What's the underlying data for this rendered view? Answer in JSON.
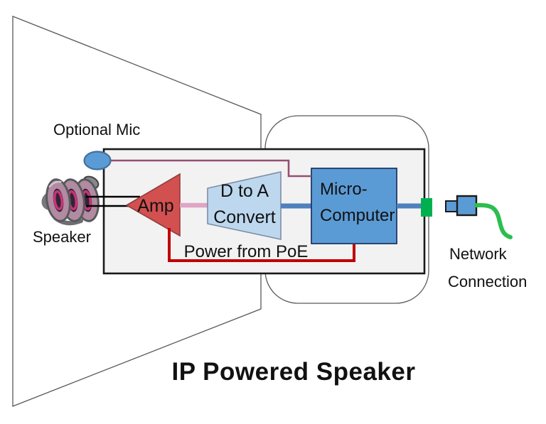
{
  "diagram": {
    "title": "IP Powered Speaker",
    "labels": {
      "optional_mic": "Optional Mic",
      "speaker": "Speaker",
      "amp": "Amp",
      "dtoa_line1": "D to A",
      "dtoa_line2": "Convert",
      "micro_line1": "Micro-",
      "micro_line2": "Computer",
      "power": "Power from PoE",
      "network_line1": "Network",
      "network_line2": "Connection"
    },
    "colors": {
      "component_blue": "#5b9bd5",
      "dtoa_light_blue": "#bdd7ee",
      "amp_red": "#d25050",
      "power_line_red": "#c00000",
      "mic_line_purple": "#954f72",
      "audio_line_pink": "#dfa5c5",
      "signal_line_blue": "#4f81bd",
      "connector_green": "#00b050",
      "cable_green": "#2cbe4e",
      "board_gray": "#f2f2f2",
      "outline_gray": "#595959"
    }
  }
}
